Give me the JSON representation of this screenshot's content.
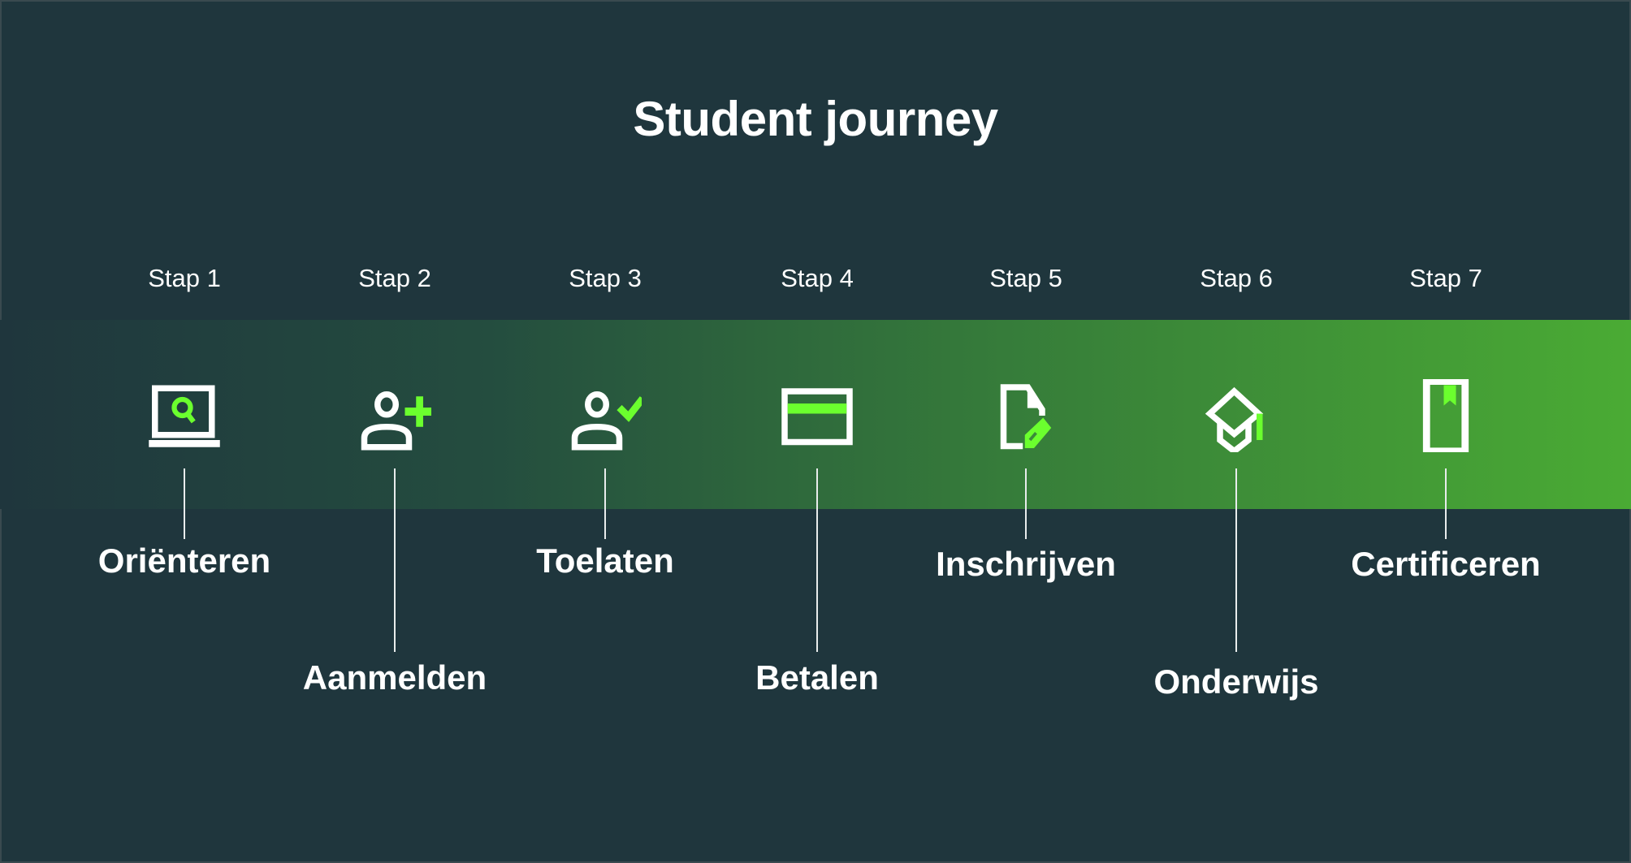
{
  "title": "Student journey",
  "colors": {
    "background": "#1f363d",
    "accent": "#6bff2e",
    "band_end": "#4aab34"
  },
  "steps": [
    {
      "step": "Stap 1",
      "label": "Oriënteren",
      "icon": "laptop-search-icon"
    },
    {
      "step": "Stap 2",
      "label": "Aanmelden",
      "icon": "user-add-icon"
    },
    {
      "step": "Stap 3",
      "label": "Toelaten",
      "icon": "user-check-icon"
    },
    {
      "step": "Stap 4",
      "label": "Betalen",
      "icon": "credit-card-icon"
    },
    {
      "step": "Stap 5",
      "label": "Inschrijven",
      "icon": "document-edit-icon"
    },
    {
      "step": "Stap 6",
      "label": "Onderwijs",
      "icon": "graduation-cap-icon"
    },
    {
      "step": "Stap 7",
      "label": "Certificeren",
      "icon": "certificate-book-icon"
    }
  ]
}
